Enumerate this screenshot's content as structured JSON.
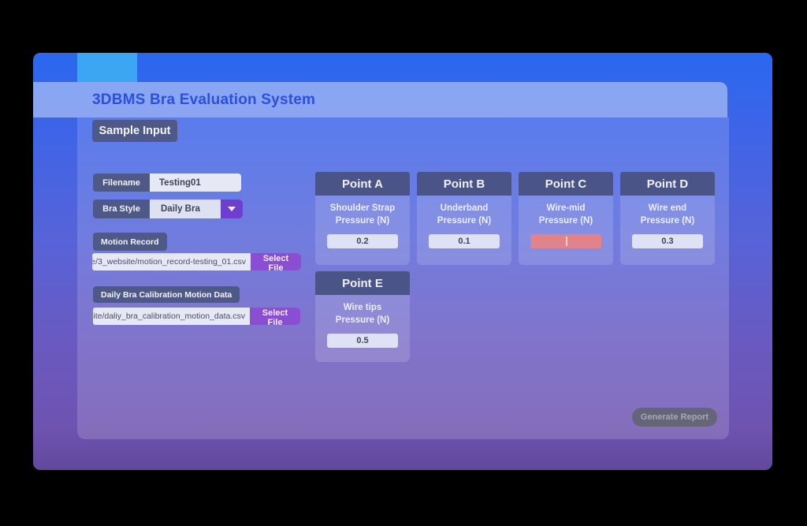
{
  "app": {
    "title": "3DBMS Bra Evaluation System",
    "section_label": "Sample Input"
  },
  "form": {
    "filename": {
      "label": "Filename",
      "value": "Testing01"
    },
    "bra_style": {
      "label": "Bra Style",
      "value": "Daily Bra"
    },
    "motion_record": {
      "label": "Motion Record",
      "path": "e/3_website/motion_record-testing_01.csv",
      "button": "Select File"
    },
    "calibration": {
      "label": "Daily Bra Calibration Motion Data",
      "path": "site/daliy_bra_calibration_motion_data.csv",
      "button": "Select File"
    }
  },
  "points": [
    {
      "name": "Point A",
      "label_line1": "Shoulder Strap",
      "label_line2": "Pressure (N)",
      "value": "0.2",
      "state": "normal"
    },
    {
      "name": "Point B",
      "label_line1": "Underband",
      "label_line2": "Pressure (N)",
      "value": "0.1",
      "state": "normal"
    },
    {
      "name": "Point C",
      "label_line1": "Wire-mid",
      "label_line2": "Pressure (N)",
      "value": "",
      "state": "error-focused"
    },
    {
      "name": "Point D",
      "label_line1": "Wire end",
      "label_line2": "Pressure (N)",
      "value": "0.3",
      "state": "normal"
    },
    {
      "name": "Point E",
      "label_line1": "Wire tips",
      "label_line2": "Pressure (N)",
      "value": "0.5",
      "state": "normal"
    }
  ],
  "actions": {
    "generate_report": "Generate Report"
  },
  "colors": {
    "window_top_blue": "#2a68f0",
    "window_bottom_purple": "#61489d",
    "cyan_tab": "#3da6f3",
    "header_band": "#93a9ee",
    "title_blue": "#2b50e0",
    "slate": "#4f5987",
    "light_input": "#e6e8f6",
    "purple_caret_button": "#6d3ed0",
    "purple_select_file": "#8a4ed2",
    "error_red": "#e0838d",
    "disabled_gray": "#6f7280"
  }
}
